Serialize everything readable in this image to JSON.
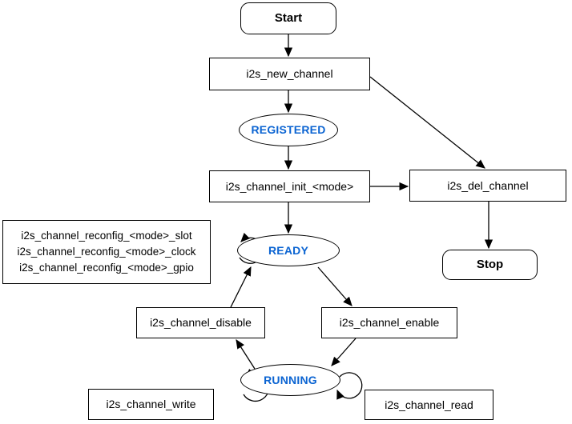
{
  "nodes": {
    "start": {
      "label": "Start"
    },
    "new_channel": {
      "label": "i2s_new_channel"
    },
    "registered": {
      "label": "REGISTERED"
    },
    "init": {
      "label": "i2s_channel_init_<mode>"
    },
    "del_channel": {
      "label": "i2s_del_channel"
    },
    "stop": {
      "label": "Stop"
    },
    "ready": {
      "label": "READY"
    },
    "reconfig": {
      "lines": [
        "i2s_channel_reconfig_<mode>_slot",
        "i2s_channel_reconfig_<mode>_clock",
        "i2s_channel_reconfig_<mode>_gpio"
      ]
    },
    "disable": {
      "label": "i2s_channel_disable"
    },
    "enable": {
      "label": "i2s_channel_enable"
    },
    "running": {
      "label": "RUNNING"
    },
    "write": {
      "label": "i2s_channel_write"
    },
    "read": {
      "label": "i2s_channel_read"
    }
  },
  "colors": {
    "state_text": "#0b64d2",
    "stroke": "#000000",
    "background": "#ffffff"
  }
}
